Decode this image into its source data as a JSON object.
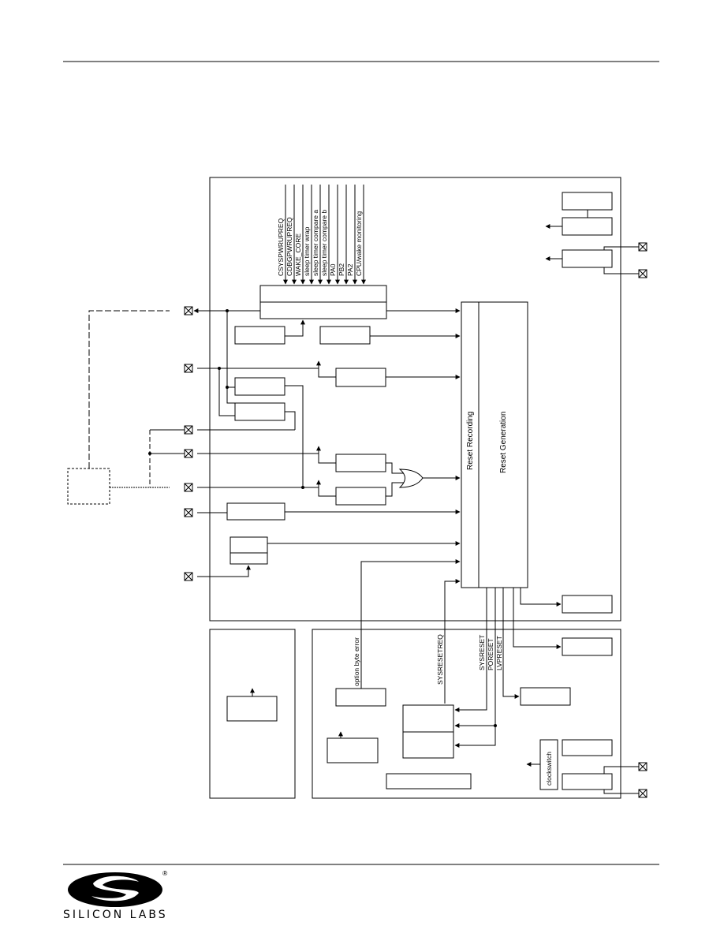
{
  "diagram": {
    "wake_signals": [
      "CSYSPWRUPREQ",
      "CDBGPWRUPREQ",
      "WAKE_CORE",
      "sleep timer wrap",
      "sleep timer compare a",
      "sleep timer compare b",
      "PA0",
      "PB2",
      "PA2",
      "CPU/wake monitoring"
    ],
    "reset_recording_label": "Reset Recording",
    "reset_generation_label": "Reset Generation",
    "option_byte_error_label": "option byte error",
    "sysresetreq_label": "SYSRESETREQ",
    "reset_outputs": [
      "SYSRESET",
      "PORESET",
      "LVPRESET"
    ],
    "clockswitch_label": "clockswitch"
  },
  "footer": {
    "logo_text": "SILICON LABS",
    "registered_mark": "®"
  }
}
